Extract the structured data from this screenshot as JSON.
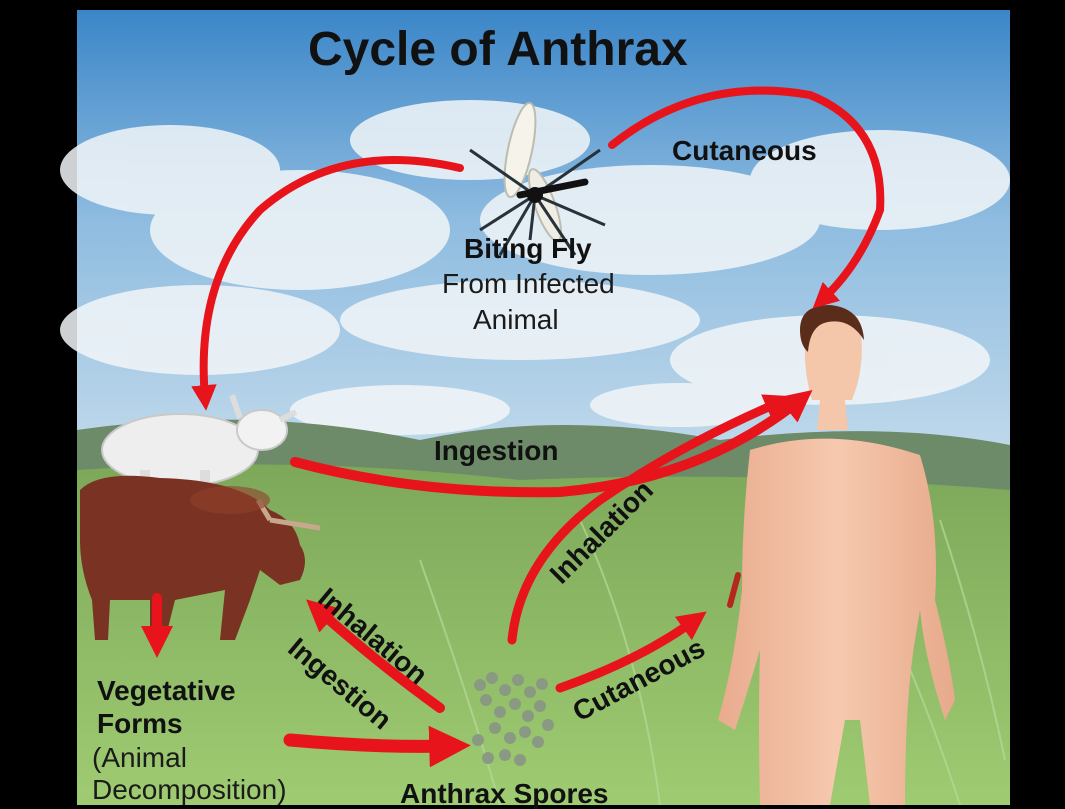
{
  "title": "Cycle of  Anthrax",
  "labels": {
    "cutaneous_top": "Cutaneous",
    "biting_fly": "Biting Fly",
    "from_infected": "From Infected",
    "animal": "Animal",
    "ingestion_top": "Ingestion",
    "inhalation_right": "Inhalation",
    "inhalation_left": "Inhalation",
    "ingestion_left": "Ingestion",
    "cutaneous_bottom": "Cutaneous",
    "vegetative": "Vegetative",
    "forms": "Forms",
    "animal_paren": "(Animal",
    "decomposition": "Decomposition)",
    "anthrax_spores": "Anthrax Spores"
  },
  "colors": {
    "arrow": "#e8141c",
    "sky_top": "#3f88c7",
    "grass": "#8fbe64",
    "skin": "#f2c2a6",
    "cow": "#7a3222",
    "sheep": "#eeeeee",
    "spores": "#8a9a82"
  }
}
